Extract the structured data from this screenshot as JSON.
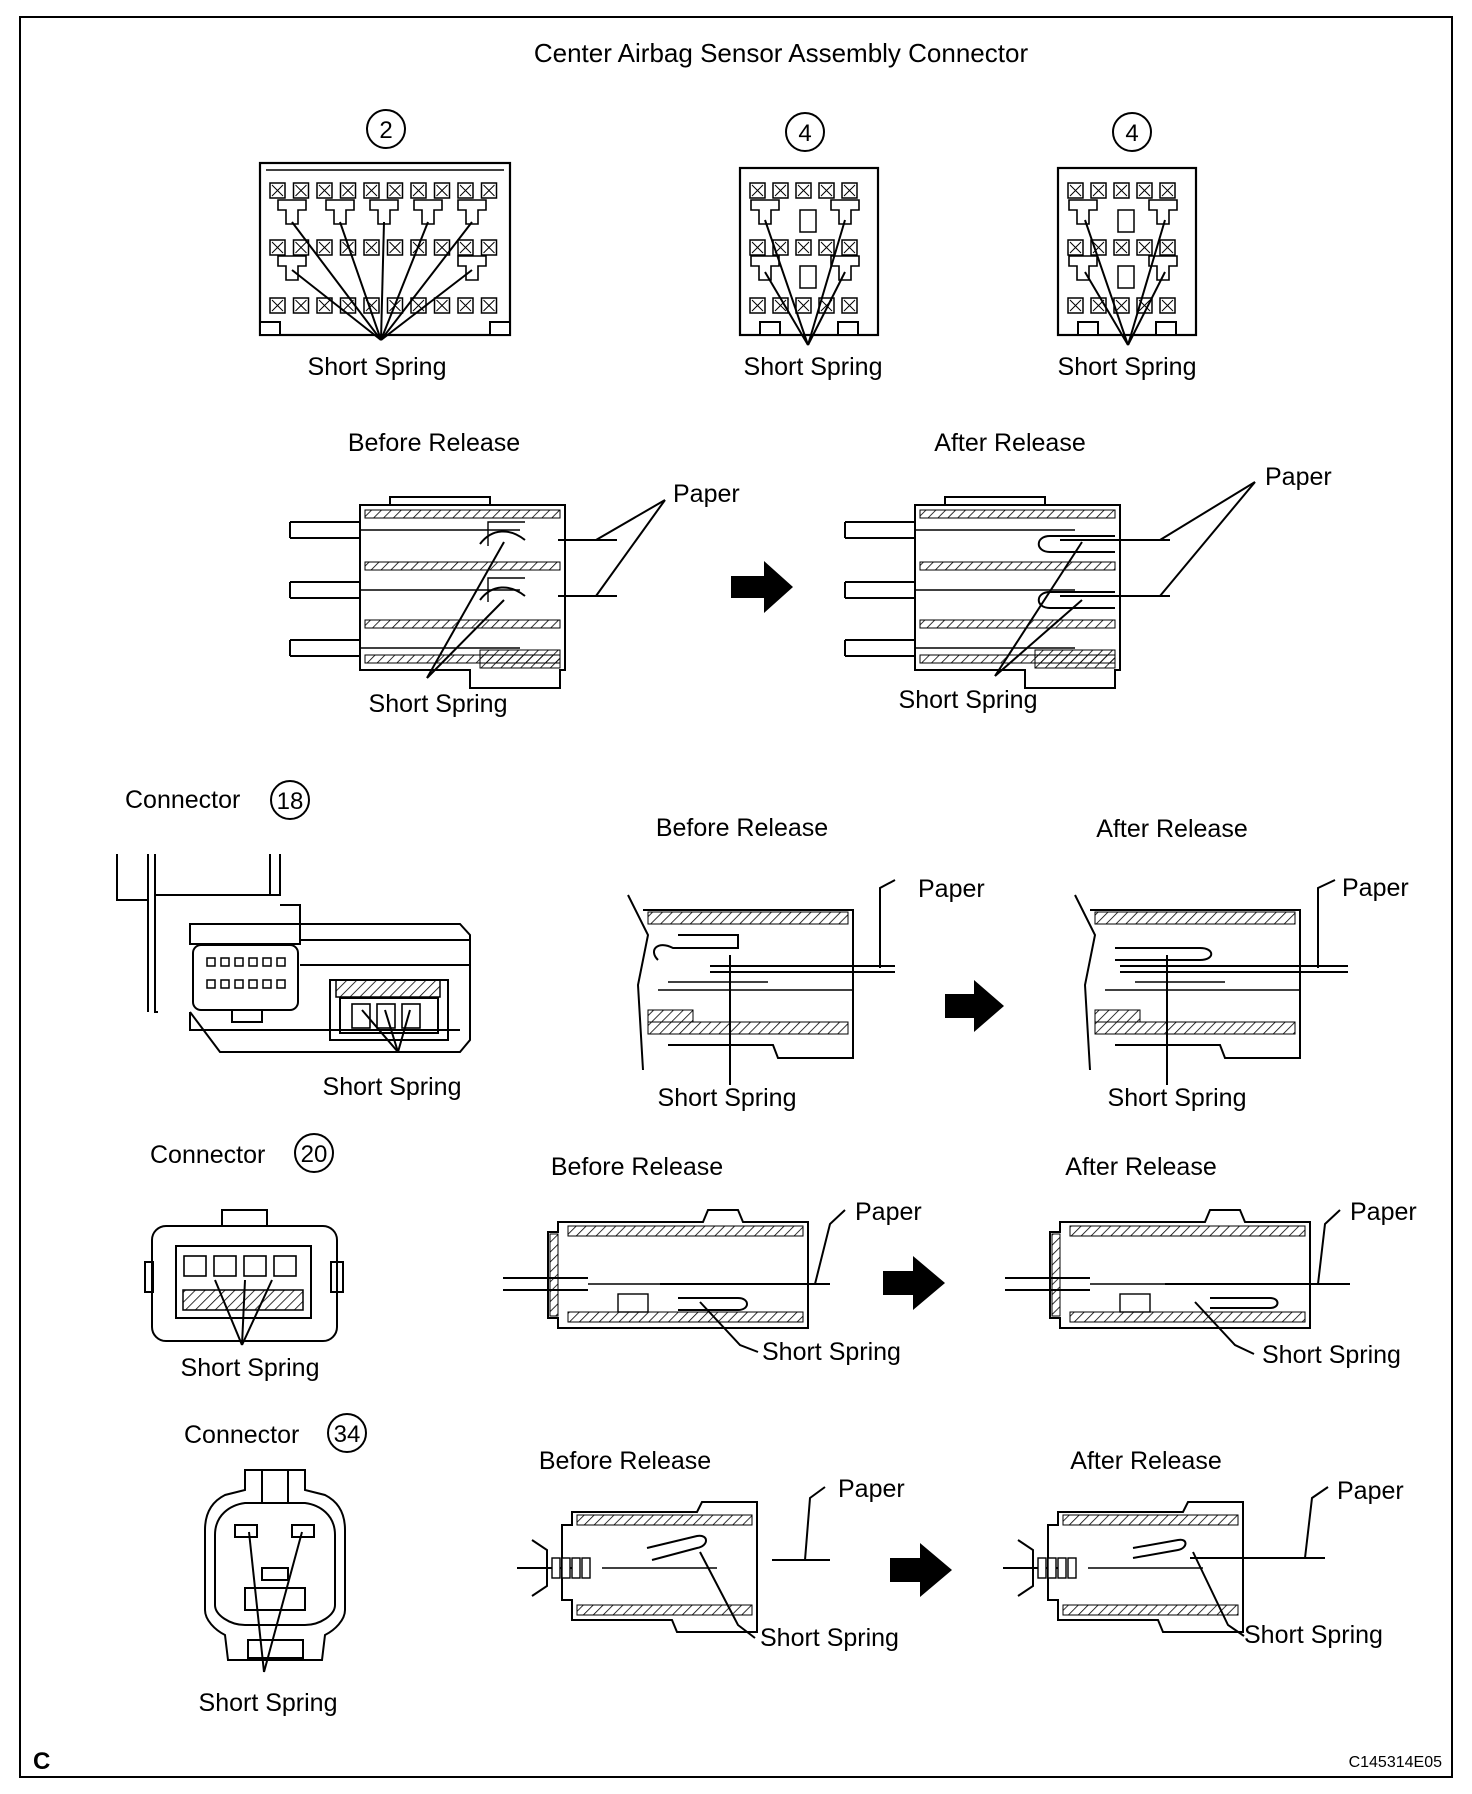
{
  "title": "Center Airbag Sensor Assembly Connector",
  "labels": {
    "short_spring": "Short Spring",
    "paper": "Paper",
    "before_release": "Before Release",
    "after_release": "After Release",
    "connector": "Connector"
  },
  "top_connectors": [
    {
      "number": "2"
    },
    {
      "number": "4"
    },
    {
      "number": "4"
    }
  ],
  "connector_18": {
    "number": "18"
  },
  "connector_20": {
    "number": "20"
  },
  "connector_34": {
    "number": "34"
  },
  "footer": {
    "corner_letter": "C",
    "figure_id": "C145314E05"
  }
}
